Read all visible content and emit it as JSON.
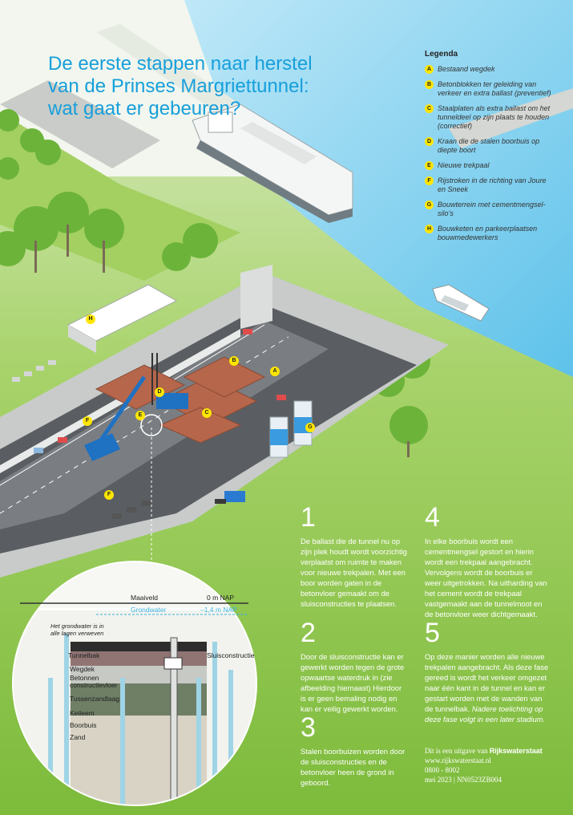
{
  "title": {
    "line1": "De eerste stappen naar herstel",
    "line2": "van de Prinses Margriettunnel:",
    "line3": "wat gaat er gebeuren?"
  },
  "legend": {
    "heading": "Legenda",
    "items": [
      {
        "key": "A",
        "text": "Bestaand wegdek"
      },
      {
        "key": "B",
        "text": "Betonblokken ter geleiding van verkeer en extra ballast (preventief)"
      },
      {
        "key": "C",
        "text": "Staalplaten als extra ballast om het tunneldeel op zijn plaats te houden (correctief)"
      },
      {
        "key": "D",
        "text": "Kraan die de stalen boorbuis op diepte boort"
      },
      {
        "key": "E",
        "text": "Nieuwe trekpaal"
      },
      {
        "key": "F",
        "text": "Rijstroken in de richting van Joure en Sneek"
      },
      {
        "key": "G",
        "text": "Bouwterrein met cementmengsel-silo’s"
      },
      {
        "key": "H",
        "text": "Bouwketen en parkeerplaatsen bouwmedewerkers"
      }
    ]
  },
  "map_labels": [
    "H",
    "B",
    "A",
    "D",
    "C",
    "E",
    "F",
    "G",
    "F"
  ],
  "steps": [
    {
      "num": "1",
      "text": "De ballast die de tunnel nu op zijn plek houdt wordt voorzichtig verplaatst om ruimte te maken voor nieuwe trekpalen. Met een boor worden gaten in de betonvloer gemaakt om de sluisconstructies te plaatsen."
    },
    {
      "num": "2",
      "text": "Door de sluisconstructie kan er gewerkt worden tegen de grote opwaartse waterdruk in (zie afbeelding hiernaast) Hierdoor is er geen bemaling nodig en kan er veilig gewerkt worden."
    },
    {
      "num": "3",
      "text": "Stalen boorbuizen worden door de sluisconstructies en de betonvloer heen de grond in geboord."
    },
    {
      "num": "4",
      "text": "In elke boorbuis wordt een cementmengsel gestort en hierin wordt een trekpaal aangebracht. Vervolgens wordt de boorbuis er weer uitgetrokken. Na uitharding van het cement wordt de trekpaal vastgemaakt aan de tunnelmoot en de betonvloer weer dichtgemaakt."
    },
    {
      "num": "5",
      "text": "Op deze manier worden alle nieuwe trekpalen aangebracht. Als deze fase gereed is wordt het verkeer omgezet naar één kant in de tunnel en kan er gestart worden met de wanden van de tunnelbak.",
      "note": "Nadere toelichting op deze fase volgt in een later stadium."
    }
  ],
  "cross_section": {
    "maaiveld": "Maaiveld",
    "maaiveld_level": "0 m NAP",
    "grondwater": "Grondwater",
    "grondwater_level": "–1,4 m NAP",
    "groundwater_note": "Het grondwater is in alle lagen verweven",
    "sluisconstructie": "Sluisconstructie",
    "layers": [
      "Tunnelbak",
      "Wegdek",
      "Betonnen constructievloer",
      "Tussenzandlaag",
      "Keileem",
      "Boorbuis",
      "Zand"
    ]
  },
  "footer": {
    "line1_prefix": "Dit is een uitgave van ",
    "line1_brand": "Rijkswaterstaat",
    "url": "www.rijkswaterstaat.nl",
    "phone": "0800 - 8002",
    "date": "mei 2023 | NN0523ZB004"
  },
  "colors": {
    "title": "#169fdb",
    "water": "#7fcef0",
    "grass": "#8cc542",
    "badge": "#ffe600"
  }
}
